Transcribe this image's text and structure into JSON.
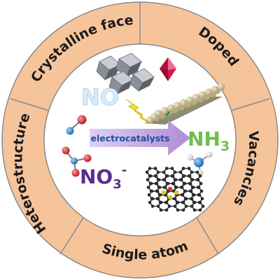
{
  "ring": {
    "segments": [
      {
        "label": "Crystalline face"
      },
      {
        "label": "Doped"
      },
      {
        "label": "Vacancies"
      },
      {
        "label": "Single atom"
      },
      {
        "label": "Heterostructure"
      }
    ]
  },
  "center": {
    "reactant1": "NO",
    "reactant2_base": "NO",
    "reactant2_subscript": "3",
    "reactant2_superscript": "-",
    "arrow_label": "electrocatalysts",
    "product_base": "NH",
    "product_subscript": "3"
  },
  "colors": {
    "ring_fill": "#f6c49b",
    "ring_stroke": "#8a8a8a",
    "no_text": "#d7ecfb",
    "no3_text": "#5b2d91",
    "nh3_text": "#6cc04a",
    "arrow_start": "#d8c9ee",
    "arrow_end": "#b18bd6",
    "arrow_label": "#1f4ea3"
  },
  "icons": [
    "crystal-structure-icon",
    "octahedron-icon",
    "metal-slab-icon",
    "lightning-bolt-icon",
    "no-molecule-icon",
    "no3-molecule-icon",
    "nh3-molecule-icon",
    "graphene-sheet-icon"
  ]
}
